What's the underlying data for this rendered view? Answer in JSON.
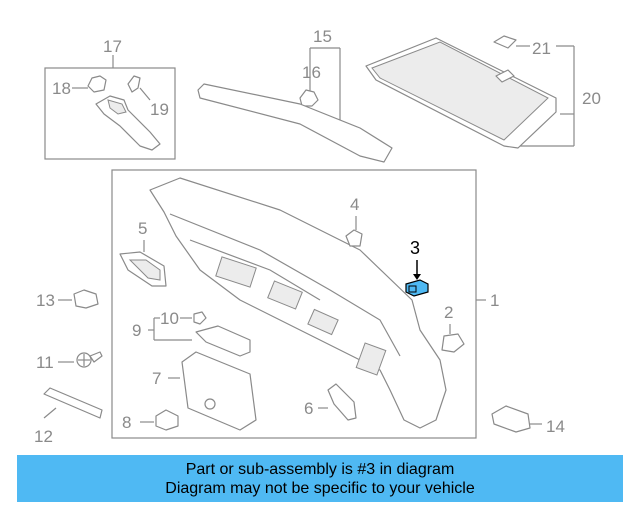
{
  "diagram": {
    "callouts": {
      "c1": "1",
      "c2": "2",
      "c3": "3",
      "c4": "4",
      "c5": "5",
      "c6": "6",
      "c7": "7",
      "c8": "8",
      "c9": "9",
      "c10": "10",
      "c11": "11",
      "c12": "12",
      "c13": "13",
      "c14": "14",
      "c15": "15",
      "c16": "16",
      "c17": "17",
      "c18": "18",
      "c19": "19",
      "c20": "20",
      "c21": "21"
    },
    "highlight_color": "#4fb9f3"
  },
  "banner": {
    "line1": "Part or sub-assembly is #3 in diagram",
    "line2": "Diagram may not be specific to your vehicle",
    "color": "#4fb9f3"
  }
}
